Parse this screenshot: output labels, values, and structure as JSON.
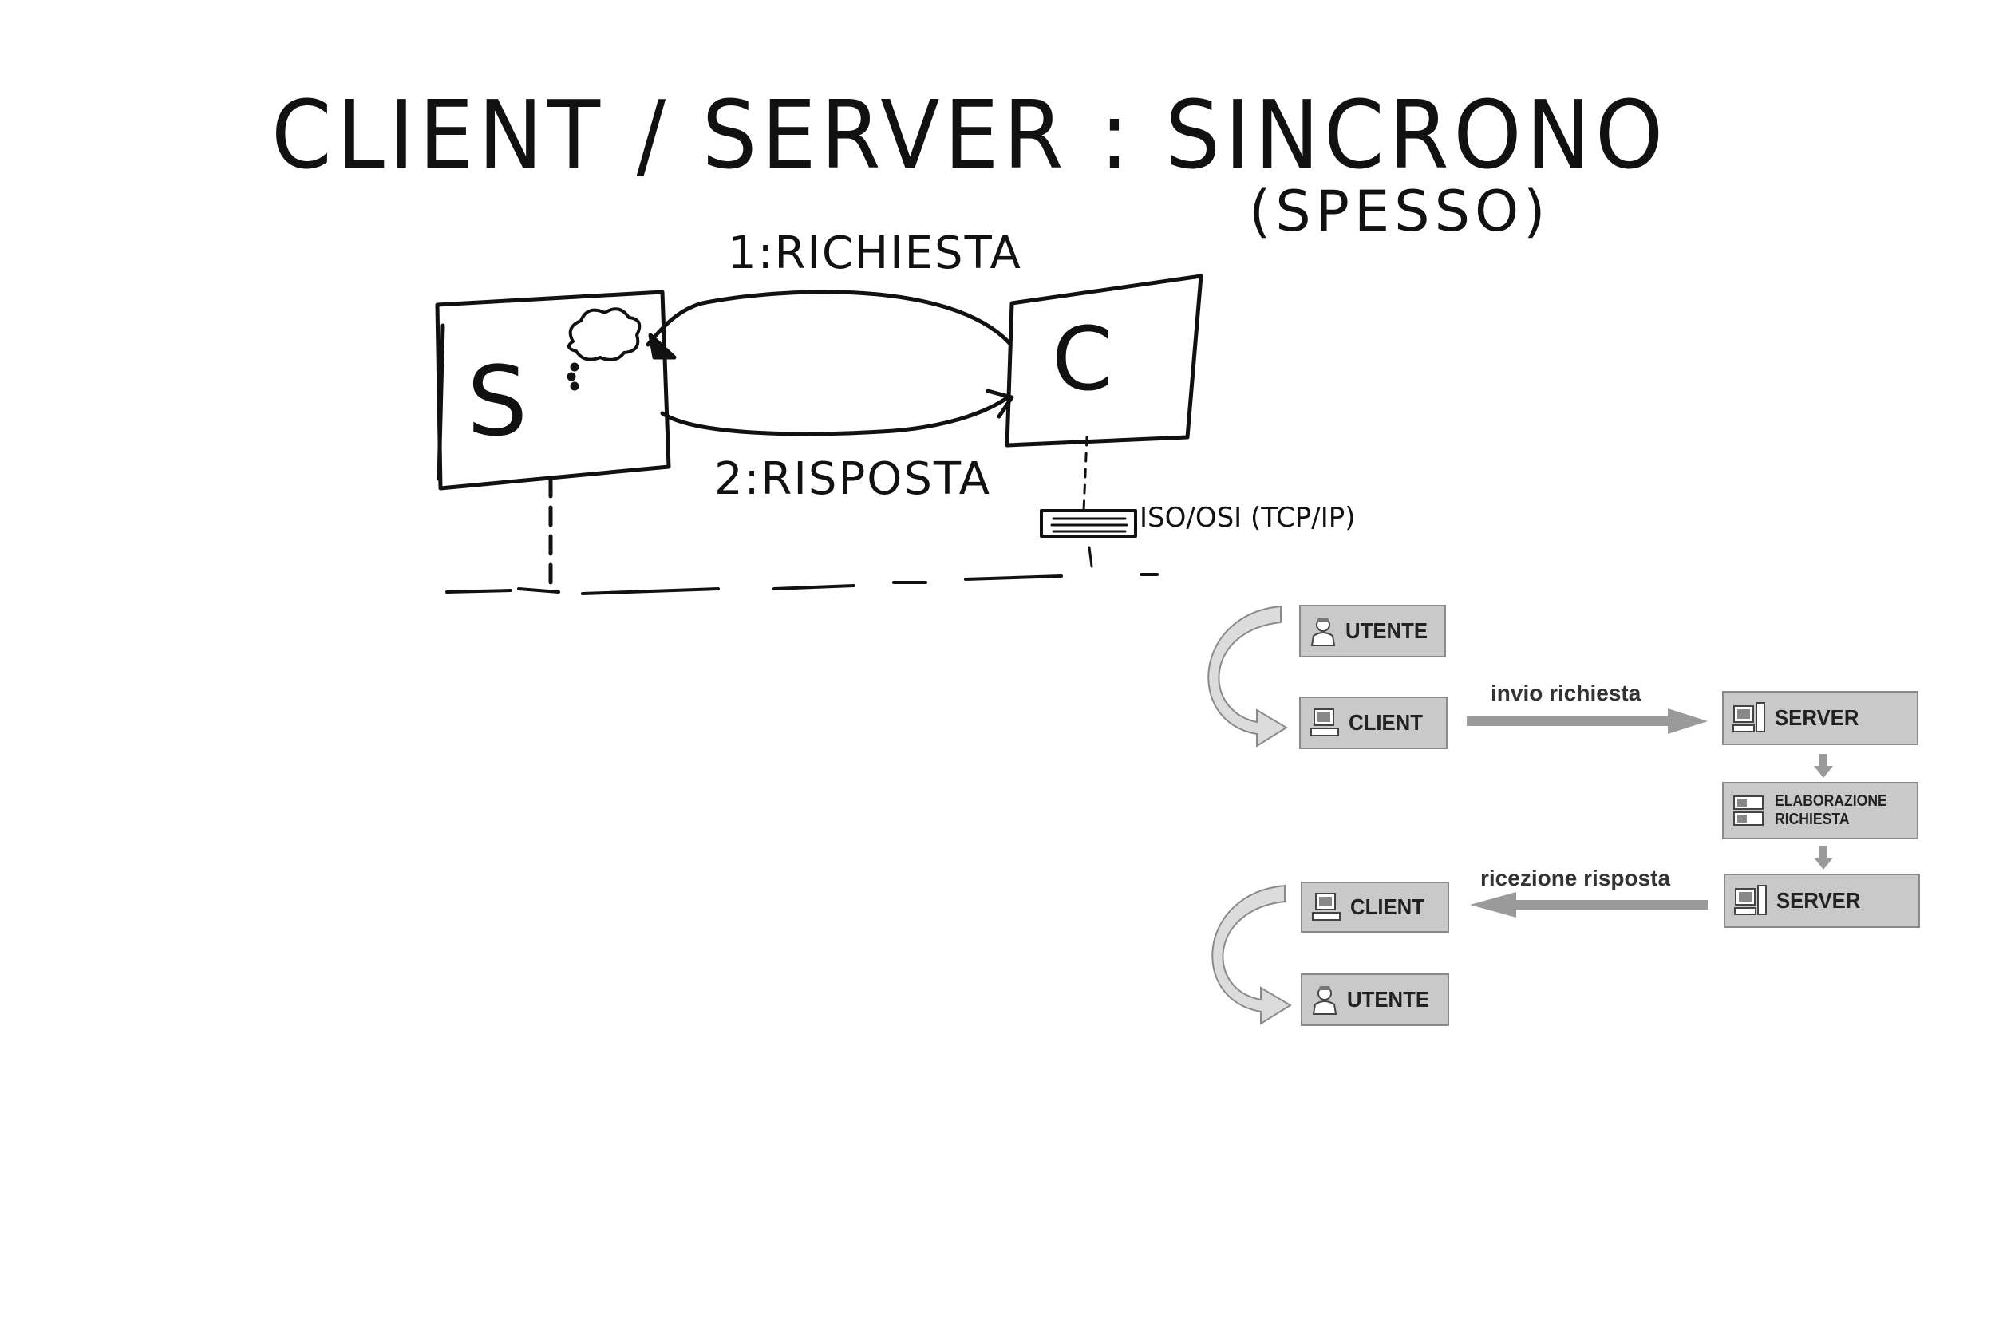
{
  "title": {
    "main": "CLIENT / SERVER : SINCRONO",
    "note": "(SPESSO)"
  },
  "sketch": {
    "server_box": "S",
    "client_box": "C",
    "request_label": "1:RICHIESTA",
    "response_label": "2:RISPOSTA",
    "stack_label": "ISO/OSI (TCP/IP)"
  },
  "flow": {
    "nodes": {
      "user_top": "UTENTE",
      "client_top": "CLIENT",
      "server_top": "SERVER",
      "processing": "ELABORAZIONE RICHIESTA",
      "server_bottom": "SERVER",
      "client_bottom": "CLIENT",
      "user_bottom": "UTENTE"
    },
    "send_request": "invio richiesta",
    "receive_response": "ricezione risposta"
  },
  "colors": {
    "ink": "#111111",
    "box_fill": "#c9c9c9",
    "box_border": "#8a8a8a",
    "arrow_gray": "#9a9a9a"
  },
  "icons": {
    "user": "user-icon",
    "client": "computer-icon",
    "server": "server-icon",
    "processing": "processing-icon"
  }
}
